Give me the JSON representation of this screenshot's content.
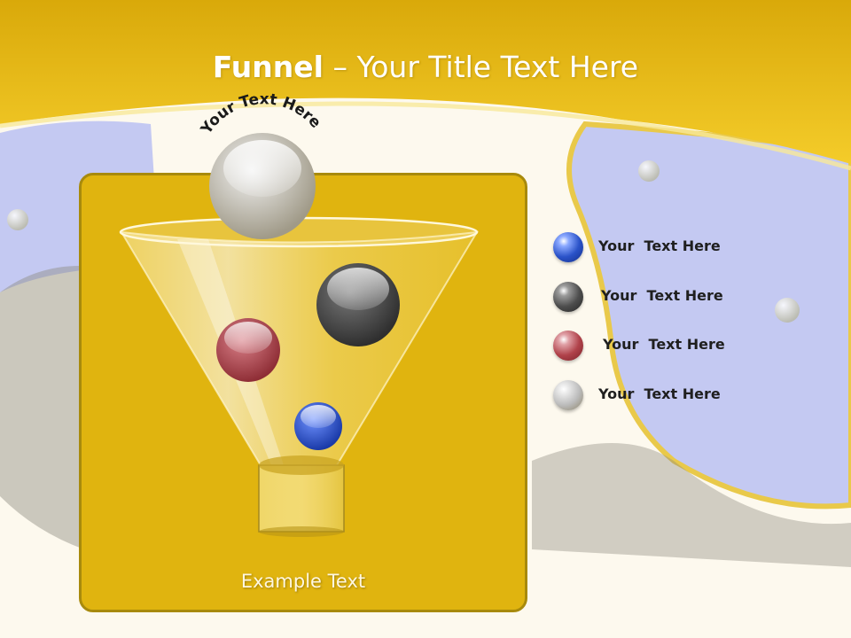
{
  "slide": {
    "title_bold": "Funnel",
    "title_rest": " – Your Title Text Here",
    "top_arc_text": "Your Text Here",
    "bottom_text": "Example Text"
  },
  "legend": [
    {
      "label": "Your  Text Here",
      "color": "#2a52c8"
    },
    {
      "label": "Your  Text Here",
      "color": "#4d4d4d"
    },
    {
      "label": "Your  Text Here",
      "color": "#b0424a"
    },
    {
      "label": "Your  Text Here",
      "color": "#bcbcbc"
    }
  ],
  "colors": {
    "header_yellow": "#e7b816",
    "panel_yellow": "#e0b40f",
    "lavender": "#c4c9f2",
    "ball_blue": "#2a52c8",
    "ball_dark": "#4d4d4d",
    "ball_red": "#b0424a",
    "ball_silver": "#bcbcbc"
  }
}
